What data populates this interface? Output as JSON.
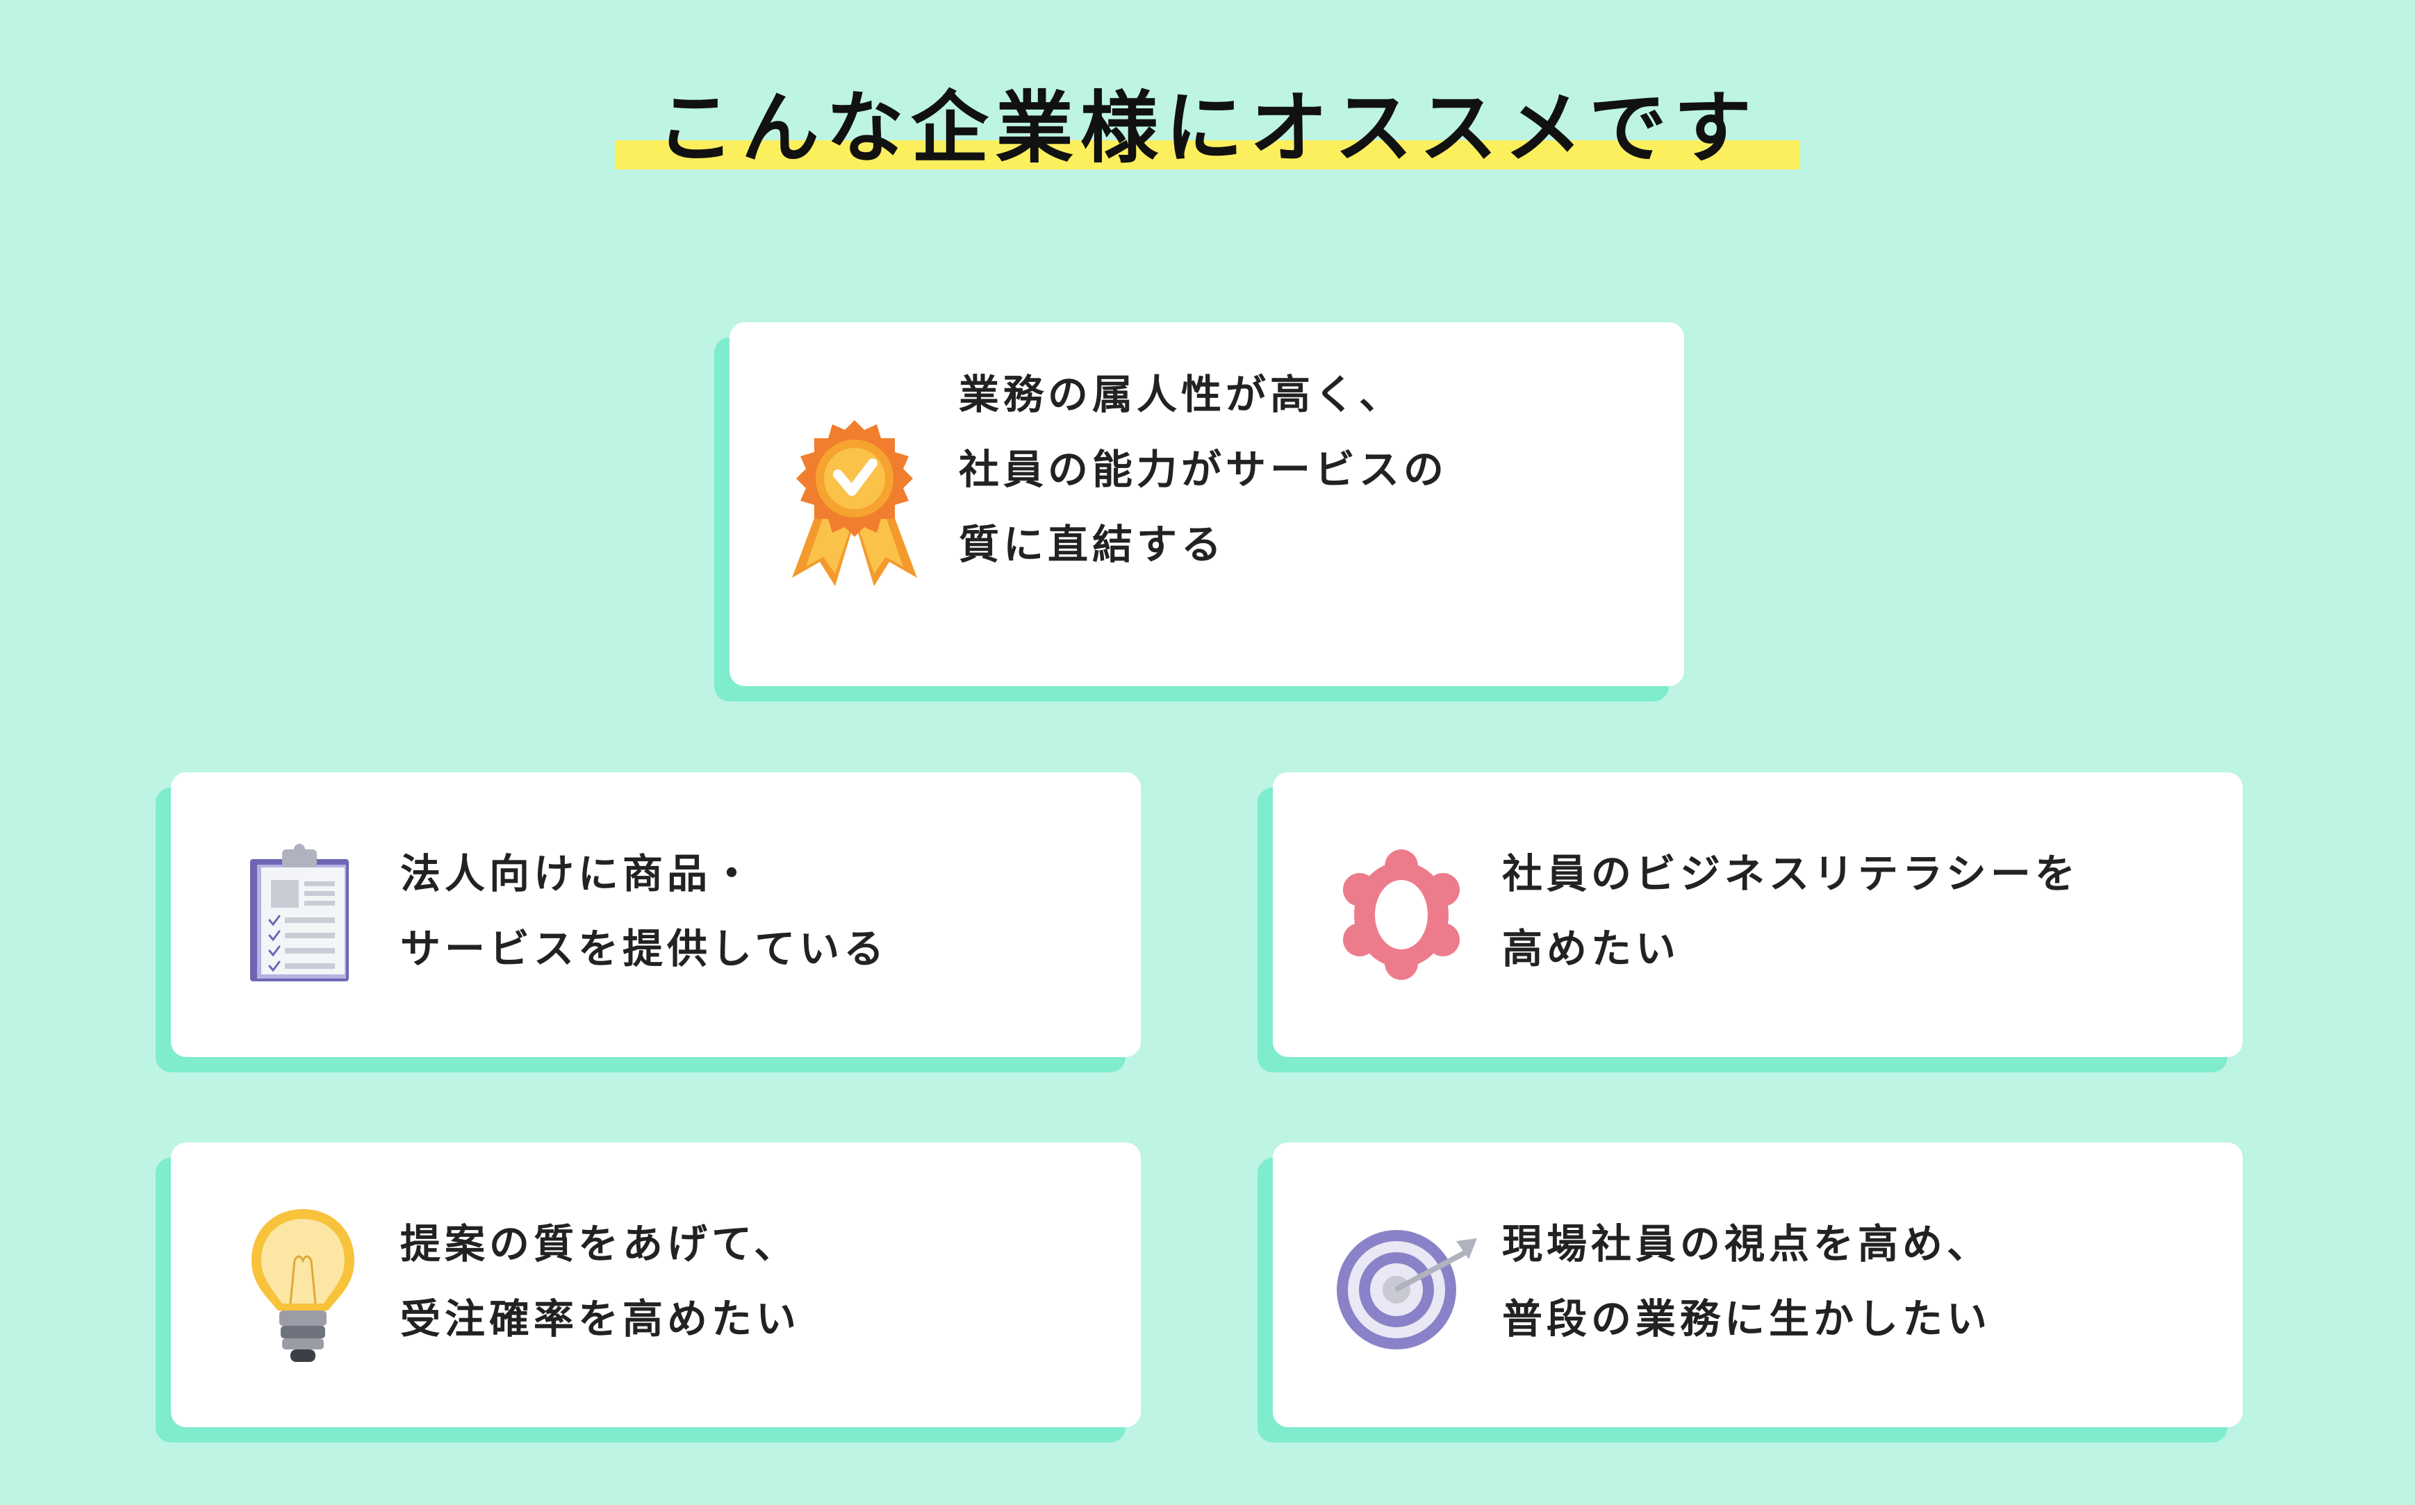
{
  "title": "こんな企業様にオススメです",
  "cards": [
    {
      "icon": "award-ribbon-icon",
      "lines": [
        "業務の属人性が高く、",
        "社員の能力がサービスの",
        "質に直結する"
      ]
    },
    {
      "icon": "clipboard-icon",
      "lines": [
        "法人向けに商品・",
        "サービスを提供している"
      ]
    },
    {
      "icon": "flower-frame-icon",
      "lines": [
        "社員のビジネスリテラシーを",
        "高めたい"
      ]
    },
    {
      "icon": "light-bulb-icon",
      "lines": [
        "提案の質をあげて、",
        "受注確率を高めたい"
      ]
    },
    {
      "icon": "target-dart-icon",
      "lines": [
        "現場社員の視点を高め、",
        "普段の業務に生かしたい"
      ]
    }
  ],
  "colors": {
    "background": "#bdf4e3",
    "highlight": "#fcef5e",
    "card_shadow": "#7eeccd",
    "text": "#222222"
  }
}
